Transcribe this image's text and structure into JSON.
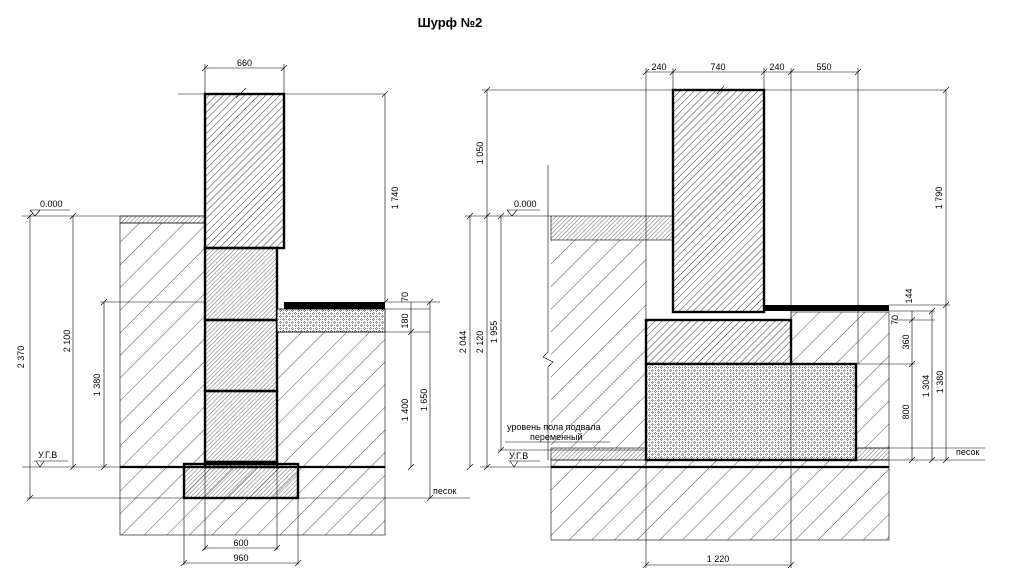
{
  "title": "Шурф №2",
  "left_section": {
    "dim_top": "660",
    "level_zero": "0.000",
    "gwl_label": "У.Г.В",
    "sand_label": "песок",
    "dim_2370": "2 370",
    "dim_2100": "2 100",
    "dim_1380": "1 380",
    "dim_1740": "1 740",
    "dim_70": "70",
    "dim_180": "180",
    "dim_1400": "1 400",
    "dim_1650": "1 650",
    "dim_600": "600",
    "dim_960": "960"
  },
  "right_section": {
    "dim_240a": "240",
    "dim_740": "740",
    "dim_240b": "240",
    "dim_550": "550",
    "level_zero": "0.000",
    "dim_1050": "1 050",
    "dim_2044": "2 044",
    "dim_2120": "2 120",
    "dim_1955": "1 955",
    "dim_1790": "1 790",
    "dim_144": "144",
    "dim_70": "70",
    "dim_360": "360",
    "dim_1304": "1 304",
    "dim_1380": "1 380",
    "dim_800": "800",
    "basement_note_1": "уровень пола подвала",
    "basement_note_2": "переменный",
    "gwl_label": "У.Г.В",
    "sand_label": "песок",
    "dim_1220": "1 220"
  }
}
